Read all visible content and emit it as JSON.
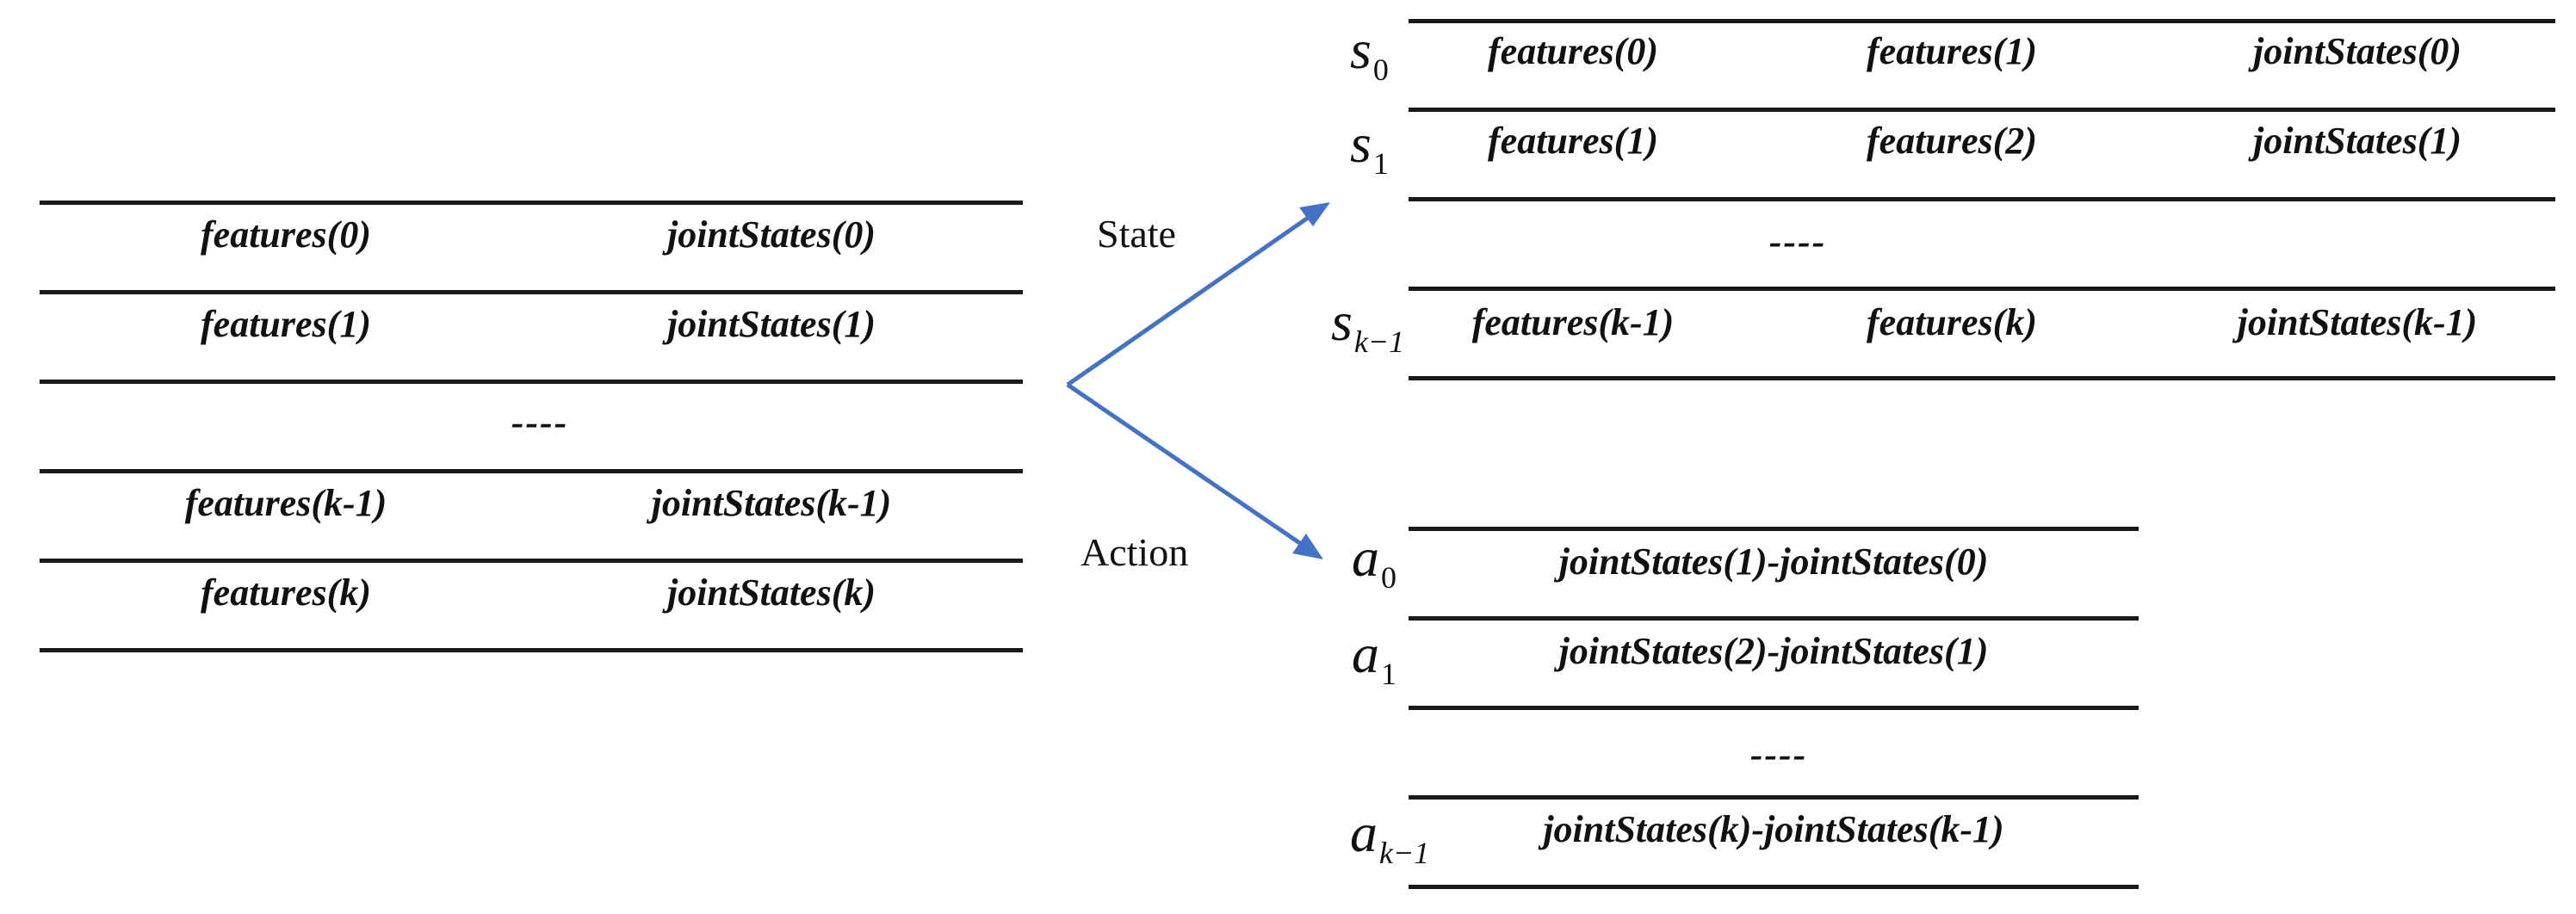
{
  "raw_table": {
    "rows": [
      [
        "features(0)",
        "jointStates(0)"
      ],
      [
        "features(1)",
        "jointStates(1)"
      ],
      [
        "----"
      ],
      [
        "features(k-1)",
        "jointStates(k-1)"
      ],
      [
        "features(k)",
        "jointStates(k)"
      ]
    ]
  },
  "branch_labels": {
    "state": "State",
    "action": "Action"
  },
  "state_table": {
    "row_symbols": [
      {
        "base": "s",
        "sub": "0"
      },
      {
        "base": "s",
        "sub": "1"
      },
      {
        "base": "",
        "sub": ""
      },
      {
        "base": "s",
        "sub": "k−1"
      }
    ],
    "rows": [
      [
        "features(0)",
        "features(1)",
        "jointStates(0)"
      ],
      [
        "features(1)",
        "features(2)",
        "jointStates(1)"
      ],
      [
        "----"
      ],
      [
        "features(k-1)",
        "features(k)",
        "jointStates(k-1)"
      ]
    ]
  },
  "action_table": {
    "row_symbols": [
      {
        "base": "a",
        "sub": "0"
      },
      {
        "base": "a",
        "sub": "1"
      },
      {
        "base": "",
        "sub": ""
      },
      {
        "base": "a",
        "sub": "k−1"
      }
    ],
    "rows": [
      [
        "jointStates(1)-jointStates(0)"
      ],
      [
        "jointStates(2)-jointStates(1)"
      ],
      [
        "----"
      ],
      [
        "jointStates(k)-jointStates(k-1)"
      ]
    ]
  },
  "colors": {
    "arrow": "#4472C4",
    "text": "#111111",
    "rule": "#1a1a1a"
  }
}
